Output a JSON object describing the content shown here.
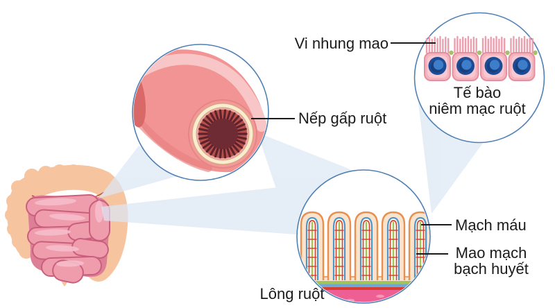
{
  "figure_type": "biology-diagram",
  "labels": {
    "microvilli": "Vi nhung mao",
    "intestinal_fold": "Nếp gấp ruột",
    "mucosa_cell_line1": "Tế bào",
    "mucosa_cell_line2": "niêm mạc ruột",
    "blood_vessel": "Mạch máu",
    "lymph_capillary_line1": "Mao mạch",
    "lymph_capillary_line2": "bạch huyết",
    "villus": "Lông ruột"
  },
  "illustrations": [
    "intestine-illustration",
    "intestinal-fold-inset",
    "mucosa-cells-inset",
    "villi-inset"
  ],
  "palette": {
    "background": "#ffffff",
    "inset_circle_stroke": "#4e80b5",
    "beam_fill": "#dce7f5",
    "label_text": "#1b1b1b",
    "leader_line": "#1b1b1b",
    "colon_fill": "#f6c5a0",
    "colon_inner_line": "#a8443c",
    "bowel_shadow": "#dc7f97",
    "small_intestine_fill": "#ef9dad",
    "small_intestine_stroke": "#c95f7c",
    "small_intestine_highlight": "#f6bdca",
    "tube_fill": "#f29494",
    "tube_highlight": "#f8c6c6",
    "tube_shade": "#e88080",
    "tube_cut_end": "#d96868",
    "ring_rim": "#e58585",
    "ring_cream": "#f8edd0",
    "ring_cream_edge": "#d9a87e",
    "ring_pink": "#eba9a4",
    "spoke_bg": "#b5504b",
    "spoke": "#5e222c",
    "lumen_center": "#6f2b34",
    "cell_fill": "#f5b3be",
    "cell_stroke": "#e28fa0",
    "cell_inner": "#f8c9d2",
    "nucleus_outer": "#1d4c96",
    "nucleus_mid": "#3e7dc9",
    "nucleus_dark": "#16407e",
    "microvilli_stroke": "#ec9fae",
    "junction_dot": "#a4c06c",
    "villus_fill": "#fae3cc",
    "villus_stroke": "#e8904f",
    "villus_core": "#fffdf8",
    "lacteal_blue": "#4e96c8",
    "vessel_red": "#d6452f",
    "lymph_green": "#a4c453",
    "stripe_green": "#9fc45e",
    "stripe_blue": "#6fa8d6",
    "stripe_red": "#d63e31",
    "stripe_magenta": "#ee5f93",
    "magenta_spot": "#f49dbe"
  }
}
